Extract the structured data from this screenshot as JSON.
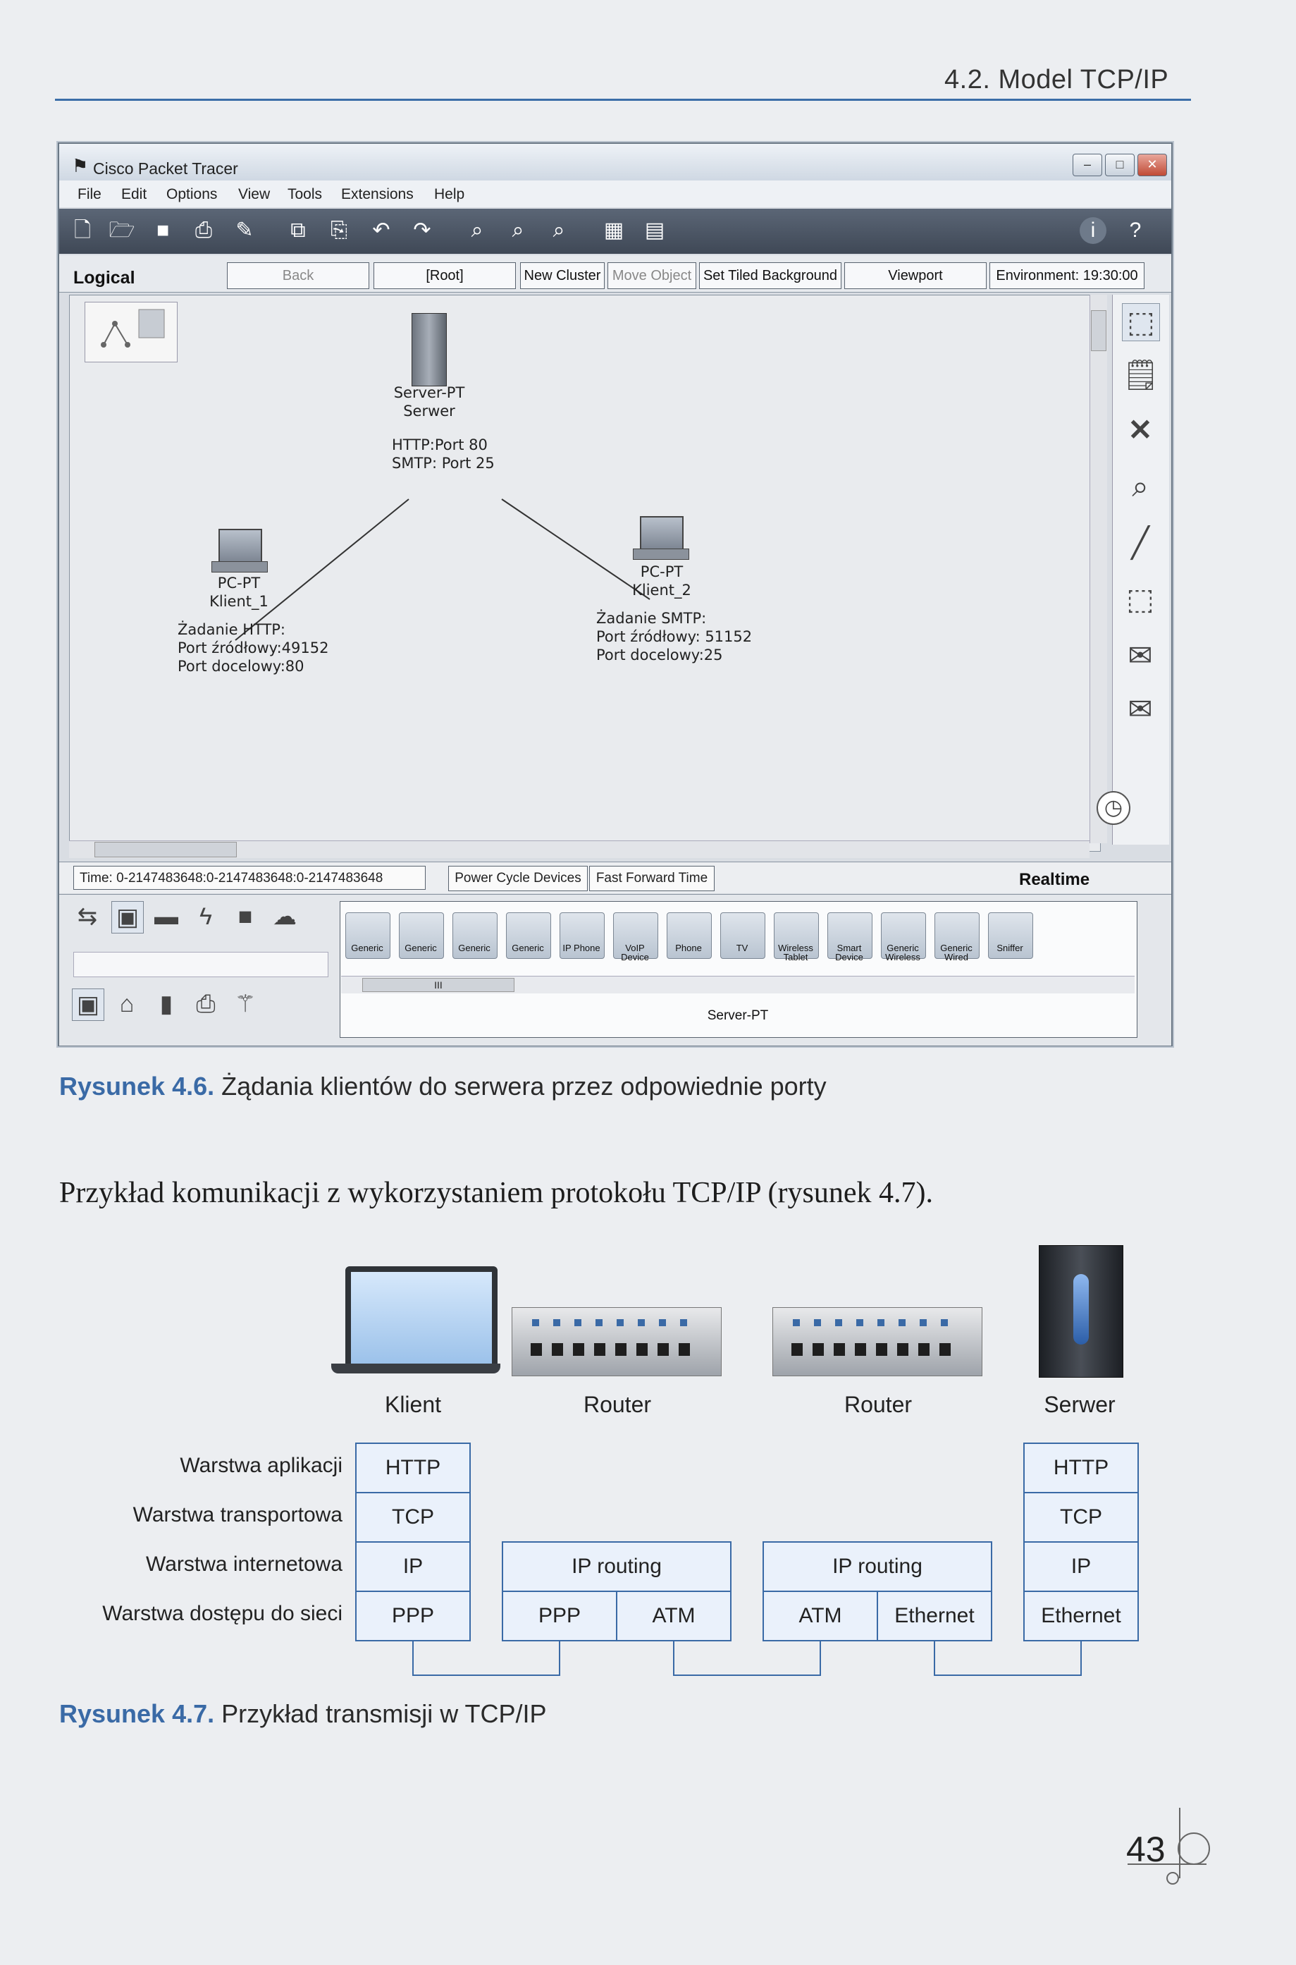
{
  "header": {
    "running_title": "4.2. Model TCP/IP"
  },
  "figure_46": {
    "window": {
      "title": "Cisco Packet Tracer",
      "title_buttons": [
        "–",
        "□",
        "✕"
      ],
      "menu": [
        "File",
        "Edit",
        "Options",
        "View",
        "Tools",
        "Extensions",
        "Help"
      ],
      "toolbar_icons": [
        "new-icon",
        "open-icon",
        "save-icon",
        "print-icon",
        "activity-wizard-icon",
        "copy-icon",
        "paste-icon",
        "undo-icon",
        "redo-icon",
        "zoom-in-icon",
        "zoom-reset-icon",
        "zoom-out-icon",
        "palette-icon",
        "custom-device-icon",
        "info-icon",
        "help-icon"
      ],
      "navbar": {
        "logical": "Logical",
        "back": "Back",
        "root": "[Root]",
        "new_cluster": "New Cluster",
        "move_object": "Move Object",
        "set_tiled_background": "Set Tiled Background",
        "viewport": "Viewport",
        "environment": "Environment: 19:30:00"
      },
      "devices": {
        "server": {
          "line1": "Server-PT",
          "line2": "Serwer",
          "info1": "HTTP:Port 80",
          "info2": "SMTP: Port 25"
        },
        "client1": {
          "line1": "PC-PT",
          "line2": "Klient_1",
          "info1": "Żadanie HTTP:",
          "info2": "Port źródłowy:49152",
          "info3": "Port docelowy:80"
        },
        "client2": {
          "line1": "PC-PT",
          "line2": "Klient_2",
          "info1": "Żadanie SMTP:",
          "info2": "Port źródłowy: 51152",
          "info3": "Port docelowy:25"
        }
      },
      "statusbar": {
        "time": "Time: 0-2147483648:0-2147483648:0-2147483648",
        "power_cycle": "Power Cycle Devices",
        "fast_forward": "Fast Forward Time",
        "mode": "Realtime"
      },
      "device_panel": {
        "items": [
          "Generic",
          "Generic",
          "Generic",
          "Generic",
          "IP Phone",
          "VoIP Device",
          "Phone",
          "TV",
          "Wireless Tablet",
          "Smart Device",
          "Generic Wireless",
          "Generic Wired",
          "Sniffer"
        ],
        "selected": "Server-PT",
        "scroll_mark": "III"
      }
    },
    "caption_num": "Rysunek 4.6.",
    "caption_text": "Żądania klientów do serwera przez odpowiednie porty"
  },
  "body_sentence": "Przykład komunikacji z wykorzystaniem protokołu TCP/IP (rysunek 4.7).",
  "figure_47": {
    "devices": [
      "Klient",
      "Router",
      "Router",
      "Serwer"
    ],
    "layers": [
      "Warstwa aplikacji",
      "Warstwa transportowa",
      "Warstwa internetowa",
      "Warstwa dostępu do sieci"
    ],
    "client_stack": [
      "HTTP",
      "TCP",
      "IP",
      "PPP"
    ],
    "router1": {
      "top": "IP routing",
      "left": "PPP",
      "right": "ATM"
    },
    "router2": {
      "top": "IP routing",
      "left": "ATM",
      "right": "Ethernet"
    },
    "server_stack": [
      "HTTP",
      "TCP",
      "IP",
      "Ethernet"
    ],
    "caption_num": "Rysunek 4.7.",
    "caption_text": "Przykład transmisji w TCP/IP"
  },
  "page_number": "43",
  "colors": {
    "accent": "#3a6aa6",
    "toolbar": "#4a5463",
    "cell_fill": "#eaf1fb"
  }
}
